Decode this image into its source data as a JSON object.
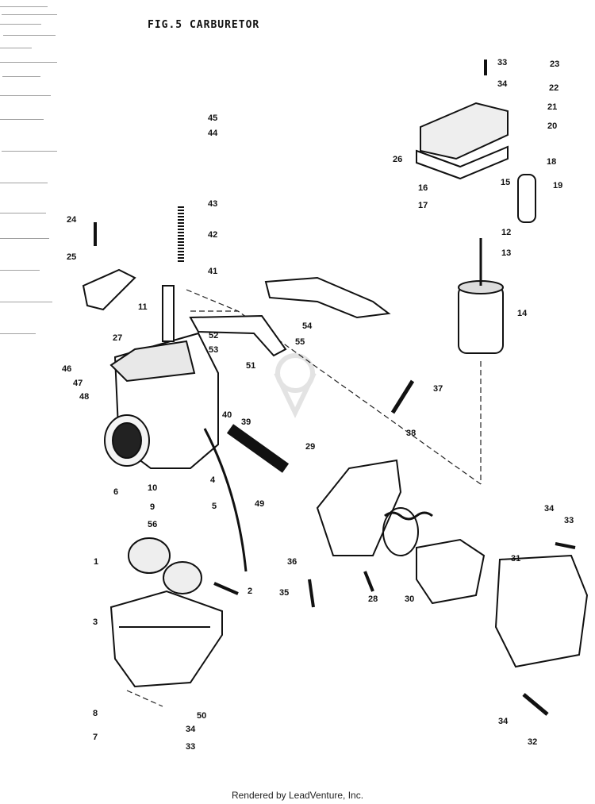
{
  "header": {
    "title": "FIG.5  CARBURETOR"
  },
  "footer": {
    "text": "Rendered by LeadVenture, Inc."
  },
  "diagram": {
    "part_numbers": [
      "1",
      "2",
      "3",
      "4",
      "5",
      "6",
      "7",
      "8",
      "9",
      "10",
      "11",
      "12",
      "13",
      "14",
      "15",
      "16",
      "17",
      "18",
      "19",
      "20",
      "21",
      "22",
      "23",
      "24",
      "25",
      "26",
      "27",
      "28",
      "29",
      "30",
      "31",
      "32",
      "33",
      "34",
      "35",
      "36",
      "37",
      "38",
      "39",
      "40",
      "41",
      "42",
      "43",
      "44",
      "45",
      "46",
      "47",
      "48",
      "49",
      "50",
      "51",
      "52",
      "53",
      "54",
      "55",
      "56"
    ]
  },
  "watermark": {
    "color": "#e6e6e6"
  }
}
